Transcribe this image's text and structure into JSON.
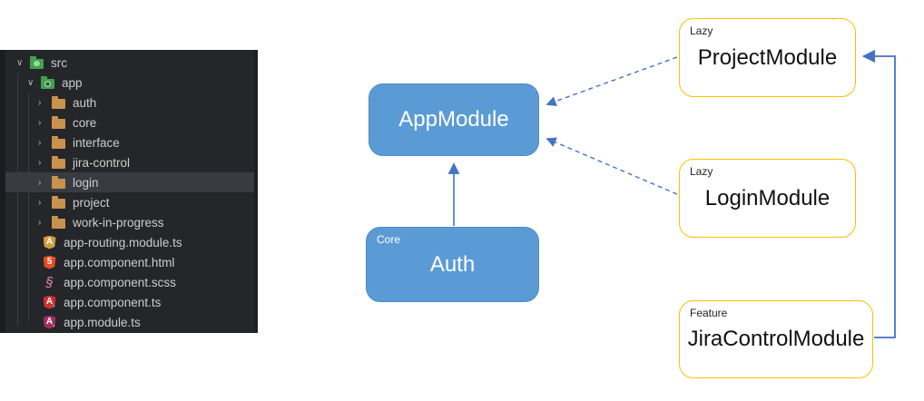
{
  "explorer": {
    "glyphs": {
      "expanded": "∨",
      "collapsed": "›",
      "angular_a": "A",
      "html5": "5",
      "sass": "§",
      "ts": "ts"
    },
    "items": [
      {
        "label": "src",
        "kind": "folder",
        "state": "expanded"
      },
      {
        "label": "app",
        "kind": "folder",
        "state": "expanded"
      },
      {
        "label": "auth",
        "kind": "folder",
        "state": "collapsed"
      },
      {
        "label": "core",
        "kind": "folder",
        "state": "collapsed"
      },
      {
        "label": "interface",
        "kind": "folder",
        "state": "collapsed"
      },
      {
        "label": "jira-control",
        "kind": "folder",
        "state": "collapsed"
      },
      {
        "label": "login",
        "kind": "folder",
        "state": "collapsed",
        "selected": true
      },
      {
        "label": "project",
        "kind": "folder",
        "state": "collapsed"
      },
      {
        "label": "work-in-progress",
        "kind": "folder",
        "state": "collapsed"
      },
      {
        "label": "app-routing.module.ts",
        "kind": "file",
        "icon": "angular-routing-icon"
      },
      {
        "label": "app.component.html",
        "kind": "file",
        "icon": "html5-icon"
      },
      {
        "label": "app.component.scss",
        "kind": "file",
        "icon": "sass-icon"
      },
      {
        "label": "app.component.ts",
        "kind": "file",
        "icon": "angular-component-icon"
      },
      {
        "label": "app.module.ts",
        "kind": "file",
        "icon": "angular-module-icon"
      }
    ]
  },
  "diagram": {
    "nodes": [
      {
        "id": "app-module",
        "label": "AppModule",
        "tag": "",
        "variant": "blue"
      },
      {
        "id": "auth",
        "label": "Auth",
        "tag": "Core",
        "variant": "blue"
      },
      {
        "id": "project-module",
        "label": "ProjectModule",
        "tag": "Lazy",
        "variant": "yellow"
      },
      {
        "id": "login-module",
        "label": "LoginModule",
        "tag": "Lazy",
        "variant": "yellow"
      },
      {
        "id": "jira-control-module",
        "label": "JiraControlModule",
        "tag": "Feature",
        "variant": "yellow"
      }
    ],
    "edges": [
      {
        "from": "auth",
        "to": "app-module",
        "style": "solid-arrow"
      },
      {
        "from": "project-module",
        "to": "app-module",
        "style": "dashed-arrow"
      },
      {
        "from": "login-module",
        "to": "app-module",
        "style": "dashed-arrow"
      },
      {
        "from": "jira-control-module",
        "to": "project-module",
        "style": "solid-elbow-arrow"
      }
    ],
    "colors": {
      "node_fill_blue": "#5b9bd5",
      "node_border_yellow": "#ffc000",
      "arrow_blue": "#4472c4",
      "explorer_background": "#252629",
      "explorer_selection": "#393b42"
    }
  }
}
